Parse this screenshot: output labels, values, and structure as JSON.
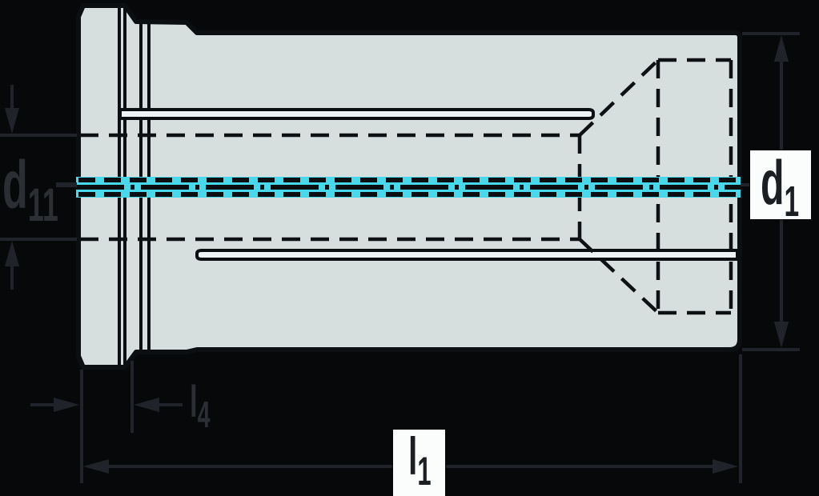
{
  "labels": {
    "d11": {
      "base": "d",
      "sub": "11"
    },
    "d1": {
      "base": "d",
      "sub": "1"
    },
    "l4": {
      "base": "l",
      "sub": "4"
    },
    "l1": {
      "base": "l",
      "sub": "1"
    }
  },
  "colors": {
    "background": "#070809",
    "body_fill": "#d7dede",
    "slot_fill": "#eef3f3",
    "outline": "#0c0f12",
    "hidden_line": "#0e1114",
    "centerline_cyan": "#48d8ec",
    "centerline_black": "#0c0f12",
    "dimension": "#20242a",
    "dim_text_dark": "#2b2f34",
    "label_box_bg": "#fbfcfc",
    "label_box_text": "#1b1e22"
  }
}
